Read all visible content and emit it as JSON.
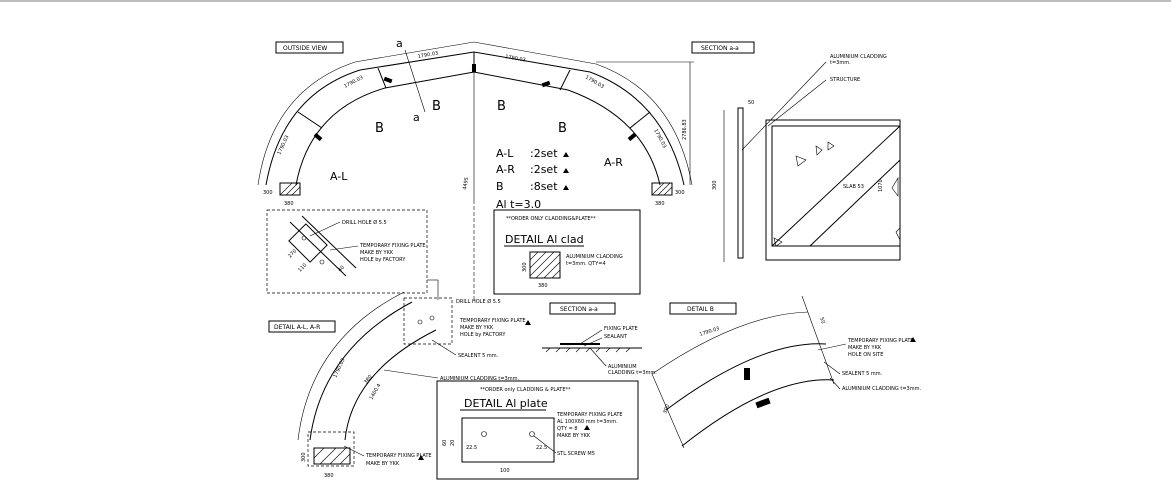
{
  "titles": {
    "outside_view": "OUTSIDE VIEW",
    "section_aa": "SECTION a-a",
    "detail_al_ar": "DETAIL A-L, A-R",
    "section_aa_small": "SECTION a-a",
    "detail_b": "DETAIL B"
  },
  "outside_view": {
    "cut_a1": "a",
    "cut_a2": "a",
    "zone_b_left": "B",
    "zone_b_center_left": "B",
    "zone_b_center_right": "B",
    "zone_b_right": "B",
    "zone_al": "A-L",
    "zone_ar": "A-R",
    "dim_top_left": "1790.03",
    "dim_top_right": "1790.03",
    "dim_upper_left": "1790.03",
    "dim_upper_right": "1790.03",
    "dim_side_left": "1790.03",
    "dim_side_right": "1790.03",
    "dim_height": "2786.83",
    "dim_center": "4495",
    "dim_base_left_w": "380",
    "dim_base_right_w": "380",
    "dim_base_left_h": "300",
    "dim_base_right_h": "300"
  },
  "quantities": [
    {
      "code": "A-L",
      "qty": ":2set"
    },
    {
      "code": "A-R",
      "qty": ":2set"
    },
    {
      "code": "B",
      "qty": ":8set"
    }
  ],
  "material_note": "Al t=3.0",
  "detail_al_clad": {
    "order_note": "**ORDER ONLY CLADDING&PLATE**",
    "title": "DETAIL Al clad",
    "spec_line1": "ALUMINIUM CLADDING",
    "spec_line2": "t=3mm. QTY=4",
    "dim_w": "380",
    "dim_h": "300"
  },
  "section_aa": {
    "label_cladding_1": "ALUMINIUM CLADDING",
    "label_cladding_2": "t=3mm.",
    "label_structure": "STRUCTURE",
    "label_slab": "SLAB 53",
    "dim_50": "50",
    "dim_300": "300",
    "dim_height": "1070"
  },
  "drill_detail": {
    "drill_label": "DRILL HOLE Ø 5.5",
    "plate_line1": "TEMPORARY FIXING PLATE",
    "plate_line2": "MAKE BY YKK",
    "plate_line3": "HOLE by FACTORY",
    "dim_a": "270",
    "dim_b": "110",
    "dim_c": "40"
  },
  "detail_al_ar_panel": {
    "drill_label": "DRILL HOLE Ø 5.5",
    "plate_line1": "TEMPORARY FIXING PLATE",
    "plate_line2": "MAKE BY YKK",
    "plate_line3": "HOLE by FACTORY",
    "sealant": "SEALENT 5 mm.",
    "cladding": "ALUMINIUM CLADDING t=3mm.",
    "bottom_plate_1": "TEMPORARY FIXING PLATE",
    "bottom_plate_2": "MAKE BY YKK",
    "dim_outer": "1790.03",
    "dim_inner": "1400.4",
    "dim_mid": "380",
    "dim_w": "380",
    "dim_h": "300"
  },
  "section_small": {
    "fixing_plate": "FIXING PLATE",
    "sealant": "SEALANT",
    "al_1": "ALUMINIUM",
    "al_2": "CLADDING t=3mm."
  },
  "detail_al_plate": {
    "order_note": "**ORDER only CLADDING & PLATE**",
    "title": "DETAIL Al plate",
    "spec_1": "TEMPORARY FIXING PLATE",
    "spec_2": "AL 100X60 mm t=3mm.",
    "spec_3": "QTY = 8",
    "spec_4": "MAKE BY YKK",
    "screw": "STL.SCREW M5",
    "dim_w": "100",
    "dim_h": "60",
    "dim_a": "22.5",
    "dim_b": "22.5",
    "dim_c": "20"
  },
  "detail_b": {
    "plate_1": "TEMPORARY FIXING PLATE",
    "plate_2": "MAKE BY YKK",
    "plate_3": "HOLE ON SITE",
    "sealant": "SEALENT 5 mm.",
    "cladding": "ALUMINIUM CLADDING t=3mm.",
    "dim_top": "1790.03",
    "dim_side": "300",
    "dim_small": "50"
  }
}
